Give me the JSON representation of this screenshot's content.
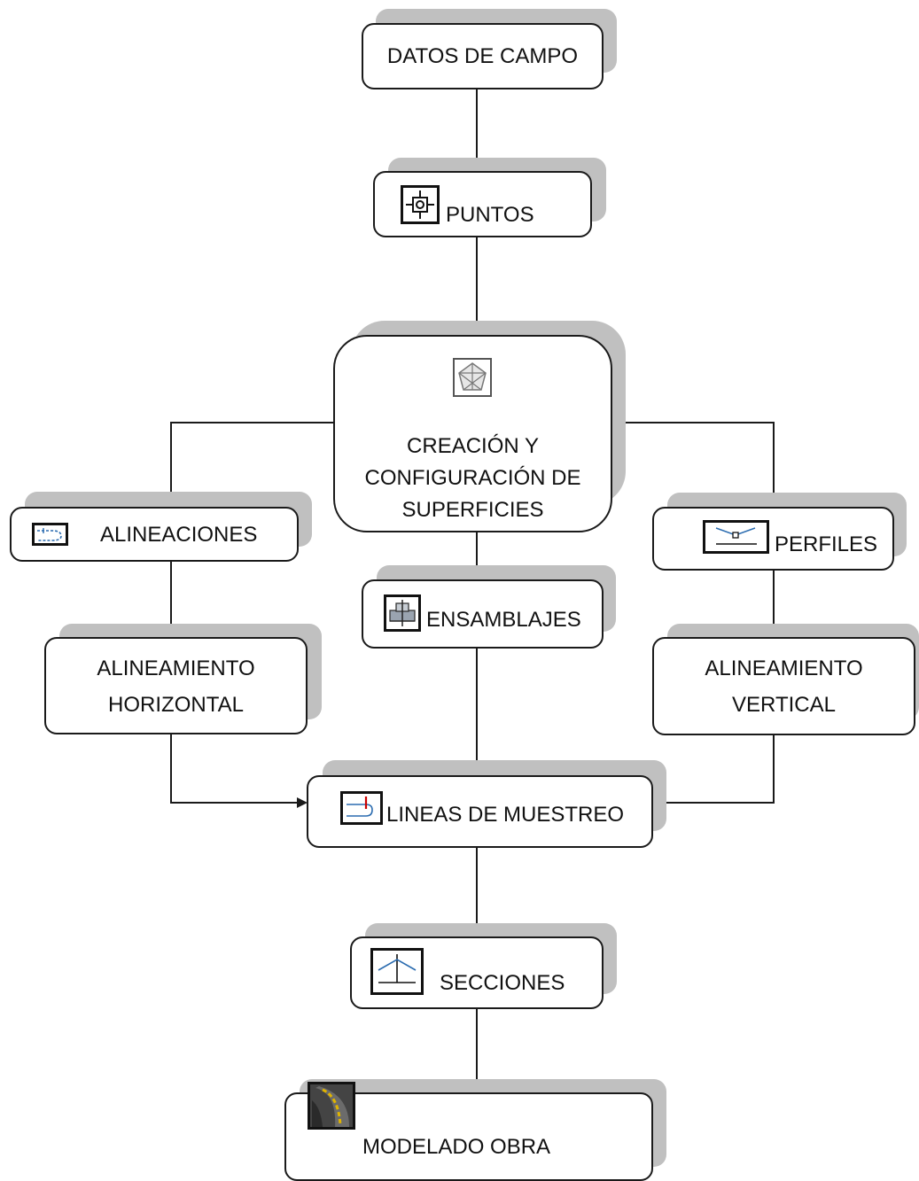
{
  "diagram": {
    "nodes": {
      "datos_campo": {
        "label": "DATOS DE CAMPO"
      },
      "puntos": {
        "label": "PUNTOS",
        "icon": "survey-point-icon"
      },
      "superficies": {
        "line1": "CREACIÓN Y",
        "line2": "CONFIGURACIÓN DE",
        "line3": "SUPERFICIES",
        "icon": "surface-pentagon-icon"
      },
      "alineaciones": {
        "label": "ALINEACIONES",
        "icon": "alignment-icon"
      },
      "perfiles": {
        "label": "PERFILES",
        "icon": "profile-icon"
      },
      "ensamblajes": {
        "label": "ENSAMBLAJES",
        "icon": "assembly-icon"
      },
      "alineamiento_horizontal": {
        "line1": "ALINEAMIENTO",
        "line2": "HORIZONTAL"
      },
      "alineamiento_vertical": {
        "line1": "ALINEAMIENTO",
        "line2": "VERTICAL"
      },
      "lineas_muestreo": {
        "label": "LINEAS DE MUESTREO",
        "icon": "sample-line-icon"
      },
      "secciones": {
        "label": "SECCIONES",
        "icon": "section-icon"
      },
      "modelado_obra": {
        "label": "MODELADO OBRA",
        "icon": "corridor-icon"
      }
    },
    "edges": [
      [
        "datos_campo",
        "puntos"
      ],
      [
        "puntos",
        "superficies"
      ],
      [
        "superficies",
        "alineaciones"
      ],
      [
        "superficies",
        "perfiles"
      ],
      [
        "superficies",
        "ensamblajes"
      ],
      [
        "alineaciones",
        "alineamiento_horizontal"
      ],
      [
        "perfiles",
        "alineamiento_vertical"
      ],
      [
        "ensamblajes",
        "lineas_muestreo"
      ],
      [
        "alineamiento_horizontal",
        "lineas_muestreo"
      ],
      [
        "alineamiento_vertical",
        "lineas_muestreo"
      ],
      [
        "lineas_muestreo",
        "secciones"
      ],
      [
        "secciones",
        "modelado_obra"
      ]
    ],
    "colors": {
      "stroke": "#1a1a1a",
      "shadow": "#c0c0c0",
      "fill": "#ffffff",
      "accent_red": "#cc0000",
      "accent_blue": "#2b6cb0",
      "accent_yellow": "#e0b400"
    }
  }
}
